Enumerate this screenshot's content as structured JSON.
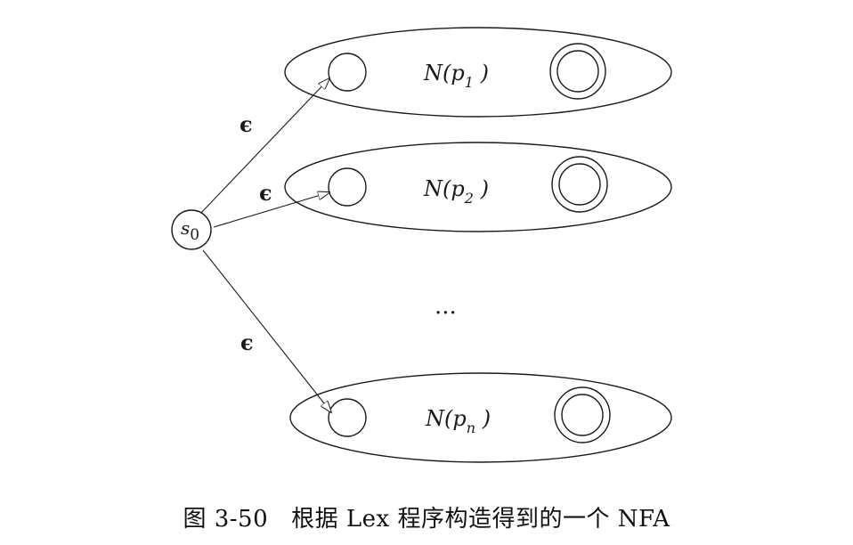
{
  "diagram": {
    "start_state": {
      "text": "s",
      "sub": "0"
    },
    "edge_label": "ϵ",
    "machines": [
      {
        "prefix": "N(",
        "p": "p",
        "sub": "1",
        "suffix": " )"
      },
      {
        "prefix": "N(",
        "p": "p",
        "sub": "2",
        "suffix": " )"
      },
      {
        "prefix": "N(",
        "p": "p",
        "sub": "n",
        "suffix": " )"
      }
    ],
    "ellipsis": "..."
  },
  "caption": {
    "number": "图 3-50",
    "text": "根据 Lex 程序构造得到的一个 NFA"
  }
}
